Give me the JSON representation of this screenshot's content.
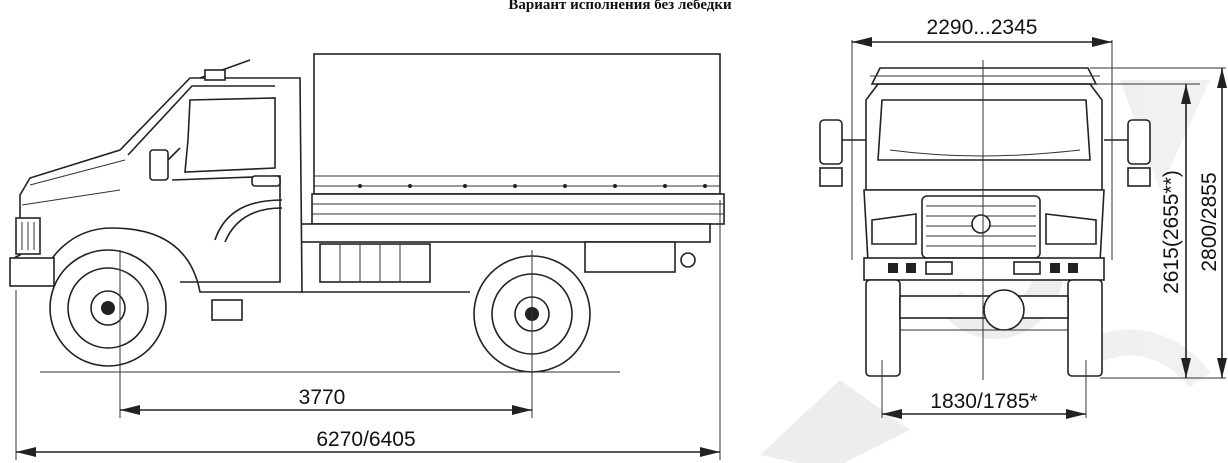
{
  "header": {
    "title": "Вариант исполнения без лебедки"
  },
  "dimensions": {
    "wheelbase": "3770",
    "overall_length": "6270/6405",
    "overall_width": "2290...2345",
    "track": "1830/1785*",
    "cab_height": "2615(2655**)",
    "total_height": "2800/2855"
  },
  "colors": {
    "line": "#222222",
    "background": "#ffffff",
    "watermark": "#e6e6e6"
  },
  "watermark": {
    "icon": "watermark-logo-icon"
  }
}
